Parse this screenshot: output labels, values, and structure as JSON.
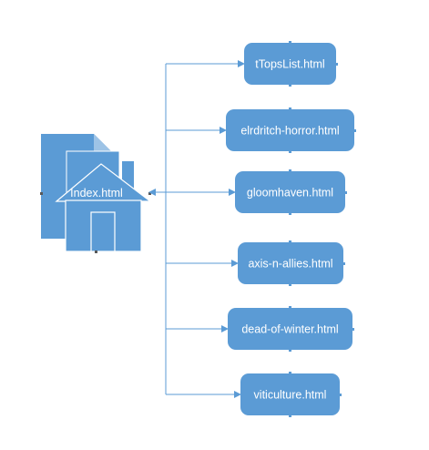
{
  "colors": {
    "node_fill": "#5b9bd5",
    "connector": "#5b9bd5",
    "text": "#ffffff",
    "handle": "#595959"
  },
  "hub": {
    "label": "Index.html",
    "icon": "house-document-icon"
  },
  "pages": [
    {
      "label": "tTopsList.html"
    },
    {
      "label": "elrdritch-horror.html"
    },
    {
      "label": "gloomhaven.html"
    },
    {
      "label": "axis-n-allies.html"
    },
    {
      "label": "dead-of-winter.html"
    },
    {
      "label": "viticulture.html"
    }
  ]
}
